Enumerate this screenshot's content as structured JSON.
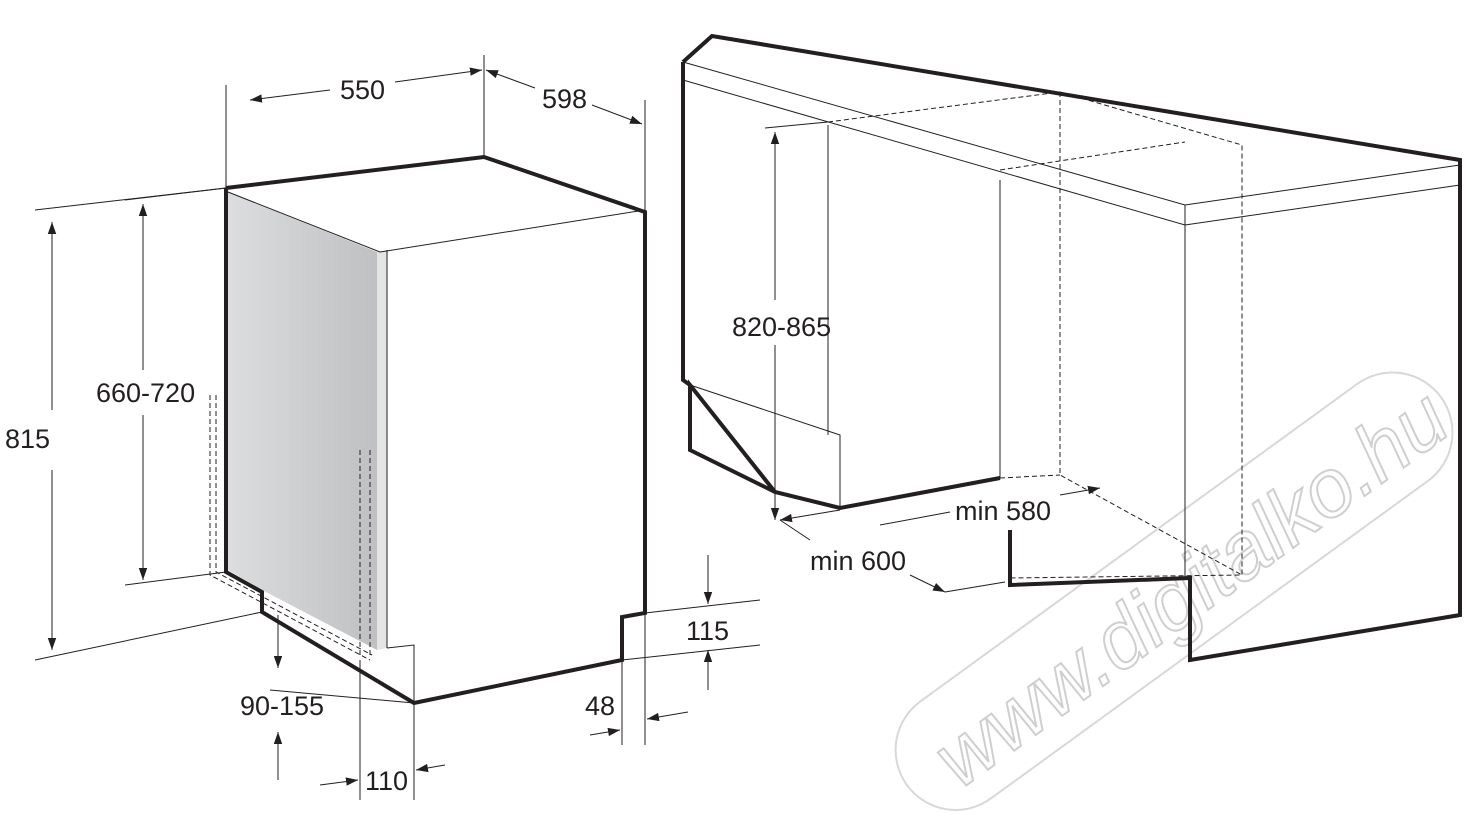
{
  "dimensions": {
    "depth_550": "550",
    "width_598": "598",
    "height_815": "815",
    "door_660_720": "660-720",
    "plinth_90_155": "90-155",
    "offset_110": "110",
    "offset_48": "48",
    "plinth_115": "115",
    "niche_height": "820-865",
    "niche_depth": "min 580",
    "niche_width": "min 600"
  },
  "watermark": "www.digitalko.hu",
  "colors": {
    "line": "#231f20",
    "door_panel": "#c9cacc",
    "watermark": "#cfcfcf"
  }
}
